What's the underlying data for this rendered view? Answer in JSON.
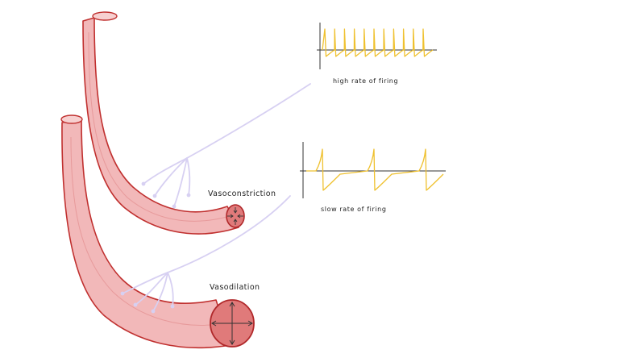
{
  "labels": {
    "vasoconstriction": "Vasoconstriction",
    "vasodilation": "Vasodilation",
    "high_rate": "high rate of firing",
    "slow_rate": "slow rate of firing"
  },
  "colors": {
    "vessel_fill": "#f2b8b9",
    "vessel_stroke": "#c0302f",
    "lumen_fill": "#e07a7a",
    "nerve": "#d7d0f2",
    "signal": "#efc12f",
    "axis": "#333333"
  }
}
